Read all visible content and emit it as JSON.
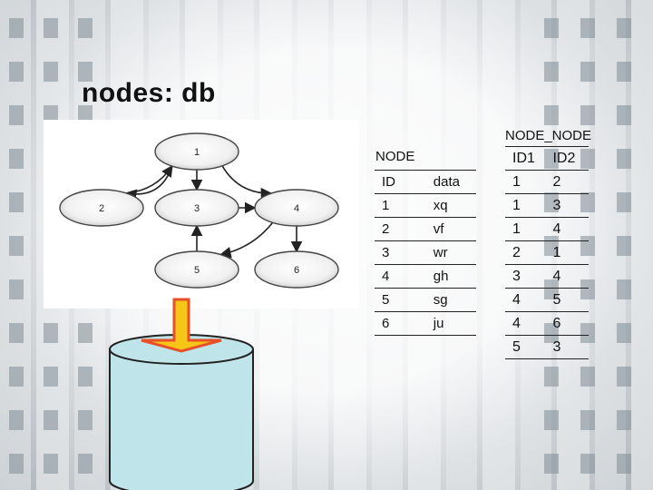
{
  "slide": {
    "title": "nodes: db"
  },
  "graph": {
    "nodes": [
      {
        "id": "1",
        "label": "1"
      },
      {
        "id": "2",
        "label": "2"
      },
      {
        "id": "3",
        "label": "3"
      },
      {
        "id": "4",
        "label": "4"
      },
      {
        "id": "5",
        "label": "5"
      },
      {
        "id": "6",
        "label": "6"
      }
    ],
    "edges": [
      {
        "from": "1",
        "to": "2"
      },
      {
        "from": "1",
        "to": "3"
      },
      {
        "from": "1",
        "to": "4"
      },
      {
        "from": "2",
        "to": "1"
      },
      {
        "from": "3",
        "to": "4"
      },
      {
        "from": "4",
        "to": "5"
      },
      {
        "from": "4",
        "to": "6"
      },
      {
        "from": "5",
        "to": "3"
      }
    ]
  },
  "node_table": {
    "name": "NODE",
    "columns": [
      "ID",
      "data"
    ],
    "rows": [
      [
        "1",
        "xq"
      ],
      [
        "2",
        "vf"
      ],
      [
        "3",
        "wr"
      ],
      [
        "4",
        "gh"
      ],
      [
        "5",
        "sg"
      ],
      [
        "6",
        "ju"
      ]
    ]
  },
  "node_node_table": {
    "name": "NODE_NODE",
    "columns": [
      "ID1",
      "ID2"
    ],
    "rows": [
      [
        "1",
        "2"
      ],
      [
        "1",
        "3"
      ],
      [
        "1",
        "4"
      ],
      [
        "2",
        "1"
      ],
      [
        "3",
        "4"
      ],
      [
        "4",
        "5"
      ],
      [
        "4",
        "6"
      ],
      [
        "5",
        "3"
      ]
    ]
  },
  "colors": {
    "arrow_fill": "#f5c518",
    "arrow_stroke": "#e8502a",
    "db_fill": "#bfe4ea",
    "db_stroke": "#222222"
  }
}
